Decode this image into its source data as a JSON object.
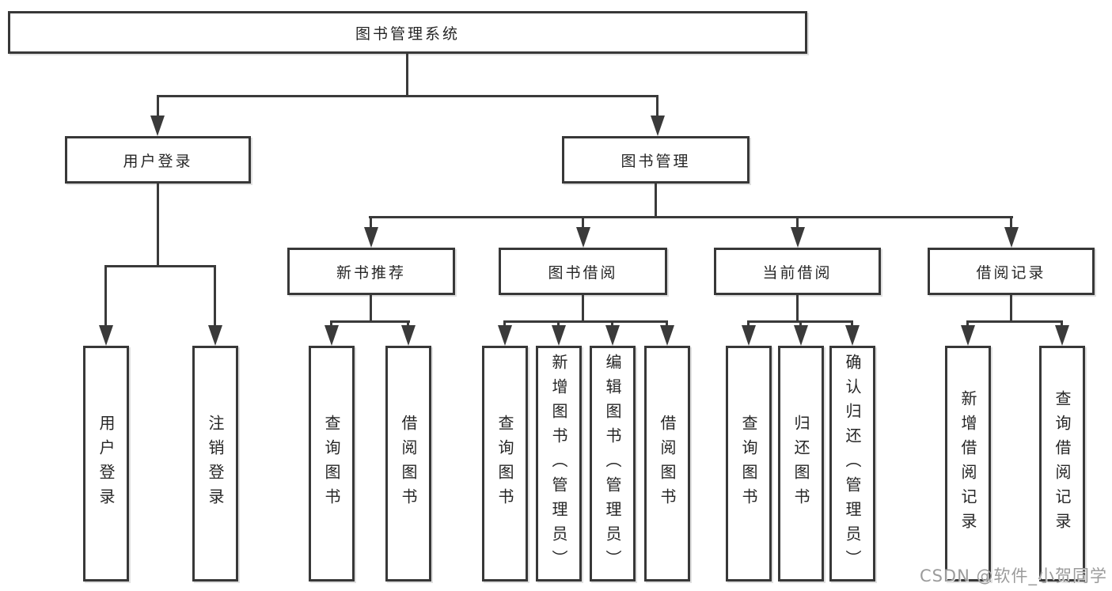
{
  "colors": {
    "background": "#ffffff",
    "box_border": "#383838",
    "line": "#3a3a3a",
    "text": "#262626",
    "watermark": "#9b9b9b"
  },
  "tree": {
    "label": "图书管理系统",
    "children": [
      {
        "label": "用户登录",
        "children": [
          {
            "label": "用户登录"
          },
          {
            "label": "注销登录"
          }
        ]
      },
      {
        "label": "图书管理",
        "children": [
          {
            "label": "新书推荐",
            "children": [
              {
                "label": "查询图书"
              },
              {
                "label": "借阅图书"
              }
            ]
          },
          {
            "label": "图书借阅",
            "children": [
              {
                "label": "查询图书"
              },
              {
                "label": "新增图书（管理员）"
              },
              {
                "label": "编辑图书（管理员）"
              },
              {
                "label": "借阅图书"
              }
            ]
          },
          {
            "label": "当前借阅",
            "children": [
              {
                "label": "查询图书"
              },
              {
                "label": "归还图书"
              },
              {
                "label": "确认归还（管理员）"
              }
            ]
          },
          {
            "label": "借阅记录",
            "children": [
              {
                "label": "新增借阅记录"
              },
              {
                "label": "查询借阅记录"
              }
            ]
          }
        ]
      }
    ]
  },
  "watermark": {
    "text": "CSDN @软件_小贺同学"
  }
}
